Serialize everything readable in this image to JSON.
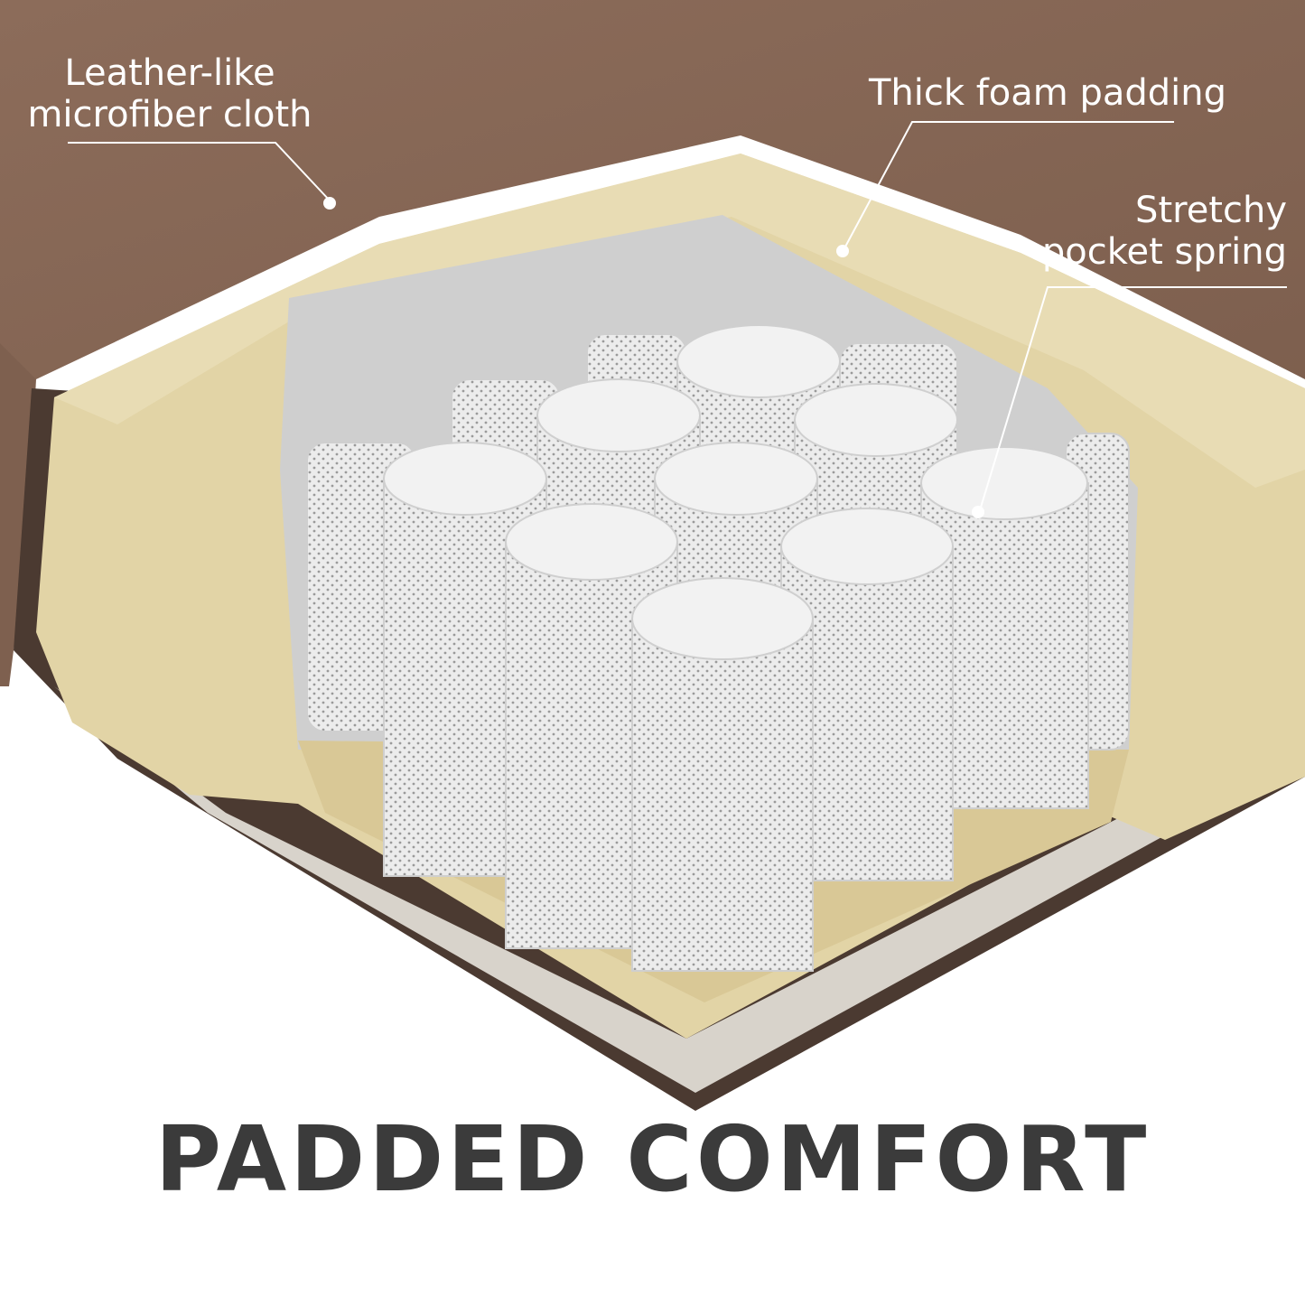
{
  "labels": {
    "cloth_line1": "Leather-like",
    "cloth_line2": "microfiber cloth",
    "foam": "Thick foam padding",
    "spring_line1": "Stretchy",
    "spring_line2": "pocket spring"
  },
  "headline": "PADDED COMFORT",
  "colors": {
    "microfiber": "#8a6a58",
    "foam": "#e2d4a6",
    "base_fabric": "#d8d3cb",
    "spring_sleeve": "#ececec",
    "label_text": "#ffffff",
    "headline_text": "#3b3b3b"
  }
}
